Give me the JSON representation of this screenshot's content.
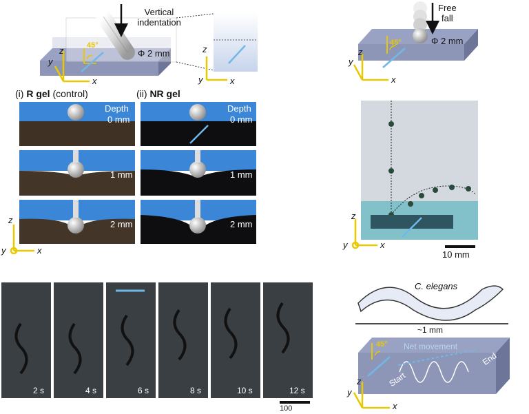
{
  "panel_a": {
    "indent_label_line1": "Vertical",
    "indent_label_line2": "indentation",
    "diameter_label": "Φ 2 mm",
    "angle_label": "45°",
    "r_gel_roman": "(i)",
    "r_gel_name": "R gel",
    "r_gel_note": "(control)",
    "nr_gel_roman": "(ii)",
    "nr_gel_name": "NR gel",
    "depth_label": "Depth",
    "depths": [
      "0 mm",
      "1 mm",
      "2 mm"
    ],
    "axis_z": "z",
    "axis_y": "y",
    "axis_x": "x"
  },
  "panel_b": {
    "fall_label_line1": "Free",
    "fall_label_line2": "fall",
    "diameter_label": "Φ 2 mm",
    "angle_label": "45°",
    "scale_bar": "10 mm"
  },
  "panel_c": {
    "times": [
      "2 s",
      "4 s",
      "6 s",
      "8 s",
      "10 s",
      "12 s"
    ],
    "scale_bar_partial": "100"
  },
  "panel_d": {
    "worm_label": "C. elegans",
    "length_label": "~1 mm",
    "angle_label": "45°",
    "net_movement": "Net movement",
    "start": "Start",
    "end": "End"
  },
  "colors": {
    "slab_top": "#8e96b8",
    "slab_side": "#6d7599",
    "axis": "#e8c800",
    "arrow": "#6fb8e8",
    "sky": "#3b86d6"
  }
}
